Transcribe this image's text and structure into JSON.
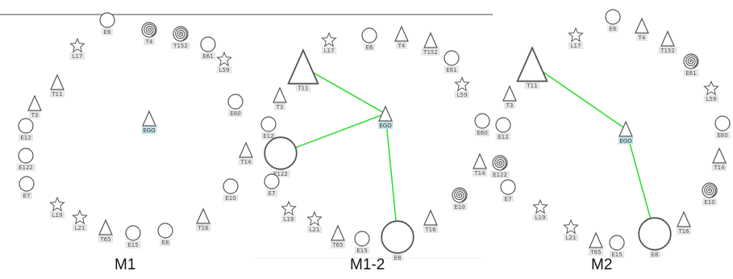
{
  "colors": {
    "link": "#33dd33",
    "label_bg": "#e6e6e6",
    "ego_bg": "#bfe4e9",
    "stroke": "#555555",
    "frame": "#444444"
  },
  "panels": [
    {
      "id": "M1",
      "title": "M1",
      "nodes": [
        {
          "id": "E6",
          "label": "E6",
          "shape": "circle",
          "scale": 1
        },
        {
          "id": "T4",
          "label": "T4",
          "shape": "spiral",
          "scale": 1
        },
        {
          "id": "T152",
          "label": "T152",
          "shape": "spiral",
          "scale": 1
        },
        {
          "id": "E61",
          "label": "E61",
          "shape": "circle",
          "scale": 1
        },
        {
          "id": "L59",
          "label": "L59",
          "shape": "star",
          "scale": 1
        },
        {
          "id": "L17",
          "label": "L17",
          "shape": "star",
          "scale": 1
        },
        {
          "id": "T11",
          "label": "T11",
          "shape": "triangle",
          "scale": 1
        },
        {
          "id": "T3",
          "label": "T3",
          "shape": "triangle",
          "scale": 1
        },
        {
          "id": "E12",
          "label": "E12",
          "shape": "circle",
          "scale": 1
        },
        {
          "id": "E122",
          "label": "E122",
          "shape": "circle",
          "scale": 1
        },
        {
          "id": "E7",
          "label": "E7",
          "shape": "circle",
          "scale": 1
        },
        {
          "id": "L19",
          "label": "L19",
          "shape": "star",
          "scale": 1
        },
        {
          "id": "L21",
          "label": "L21",
          "shape": "star",
          "scale": 1
        },
        {
          "id": "T65",
          "label": "T65",
          "shape": "triangle",
          "scale": 1
        },
        {
          "id": "E15",
          "label": "E15",
          "shape": "circle",
          "scale": 1
        },
        {
          "id": "E8",
          "label": "E8",
          "shape": "circle",
          "scale": 1
        },
        {
          "id": "T16",
          "label": "T16",
          "shape": "triangle",
          "scale": 1
        },
        {
          "id": "E10",
          "label": "E10",
          "shape": "circle",
          "scale": 1
        },
        {
          "id": "E60",
          "label": "E60",
          "shape": "circle",
          "scale": 1
        },
        {
          "id": "EGO",
          "label": "EGO",
          "shape": "triangle",
          "scale": 1,
          "ego": true
        }
      ],
      "links": []
    },
    {
      "id": "M1-2",
      "title": "M1-2",
      "nodes": [
        {
          "id": "L17",
          "label": "L17",
          "shape": "star",
          "scale": 1
        },
        {
          "id": "E6",
          "label": "E6",
          "shape": "circle",
          "scale": 1
        },
        {
          "id": "T4",
          "label": "T4",
          "shape": "triangle",
          "scale": 1
        },
        {
          "id": "T152",
          "label": "T152",
          "shape": "triangle",
          "scale": 1
        },
        {
          "id": "E61",
          "label": "E61",
          "shape": "circle",
          "scale": 1
        },
        {
          "id": "L59",
          "label": "L59",
          "shape": "star",
          "scale": 1
        },
        {
          "id": "T11",
          "label": "T11",
          "shape": "triangle",
          "scale": 2.3
        },
        {
          "id": "T3",
          "label": "T3",
          "shape": "triangle",
          "scale": 1
        },
        {
          "id": "E12",
          "label": "E12",
          "shape": "circle",
          "scale": 1
        },
        {
          "id": "E122",
          "label": "E122",
          "shape": "circle",
          "scale": 2.2
        },
        {
          "id": "E7",
          "label": "E7",
          "shape": "circle",
          "scale": 1
        },
        {
          "id": "T14",
          "label": "T14",
          "shape": "triangle",
          "scale": 1
        },
        {
          "id": "L19",
          "label": "L19",
          "shape": "star",
          "scale": 1
        },
        {
          "id": "L21",
          "label": "L21",
          "shape": "star",
          "scale": 1
        },
        {
          "id": "T65",
          "label": "T65",
          "shape": "triangle",
          "scale": 1
        },
        {
          "id": "E15",
          "label": "E15",
          "shape": "circle",
          "scale": 1
        },
        {
          "id": "E8",
          "label": "E8",
          "shape": "circle",
          "scale": 2.2
        },
        {
          "id": "T16",
          "label": "T16",
          "shape": "triangle",
          "scale": 1
        },
        {
          "id": "E10",
          "label": "E10",
          "shape": "spiral",
          "scale": 1
        },
        {
          "id": "EGO",
          "label": "EGO",
          "shape": "triangle",
          "scale": 1,
          "ego": true
        }
      ],
      "links": [
        [
          "T11",
          "EGO"
        ],
        [
          "E122",
          "EGO"
        ],
        [
          "E8",
          "EGO"
        ]
      ]
    },
    {
      "id": "M2",
      "title": "M2",
      "nodes": [
        {
          "id": "E6",
          "label": "E6",
          "shape": "circle",
          "scale": 1
        },
        {
          "id": "T4",
          "label": "T4",
          "shape": "triangle",
          "scale": 1
        },
        {
          "id": "L17",
          "label": "L17",
          "shape": "star",
          "scale": 1
        },
        {
          "id": "T152",
          "label": "T152",
          "shape": "triangle",
          "scale": 1
        },
        {
          "id": "E61",
          "label": "E61",
          "shape": "spiral",
          "scale": 1
        },
        {
          "id": "T11",
          "label": "T11",
          "shape": "triangle",
          "scale": 2.3
        },
        {
          "id": "L59",
          "label": "L59",
          "shape": "star",
          "scale": 1
        },
        {
          "id": "T3",
          "label": "T3",
          "shape": "triangle",
          "scale": 1
        },
        {
          "id": "E60",
          "label": "E60",
          "shape": "circle",
          "scale": 1
        },
        {
          "id": "E12",
          "label": "E12",
          "shape": "circle",
          "scale": 1
        },
        {
          "id": "E60r",
          "label": "E60",
          "shape": "circle",
          "scale": 1
        },
        {
          "id": "T14",
          "label": "T14",
          "shape": "triangle",
          "scale": 1
        },
        {
          "id": "E122",
          "label": "E122",
          "shape": "spiral",
          "scale": 1
        },
        {
          "id": "T14r",
          "label": "T14",
          "shape": "triangle",
          "scale": 1
        },
        {
          "id": "E7",
          "label": "E7",
          "shape": "circle",
          "scale": 1
        },
        {
          "id": "E10",
          "label": "E10",
          "shape": "spiral",
          "scale": 1
        },
        {
          "id": "L19",
          "label": "L19",
          "shape": "star",
          "scale": 1
        },
        {
          "id": "L21",
          "label": "L21",
          "shape": "star",
          "scale": 1
        },
        {
          "id": "T65",
          "label": "T65",
          "shape": "triangle",
          "scale": 1
        },
        {
          "id": "E15",
          "label": "E15",
          "shape": "circle",
          "scale": 1
        },
        {
          "id": "E8",
          "label": "E8",
          "shape": "circle",
          "scale": 2.2
        },
        {
          "id": "T16",
          "label": "T16",
          "shape": "triangle",
          "scale": 1
        },
        {
          "id": "EGO",
          "label": "EGO",
          "shape": "triangle",
          "scale": 1,
          "ego": true
        }
      ],
      "links": [
        [
          "T11",
          "EGO"
        ],
        [
          "E8",
          "EGO"
        ]
      ]
    }
  ]
}
